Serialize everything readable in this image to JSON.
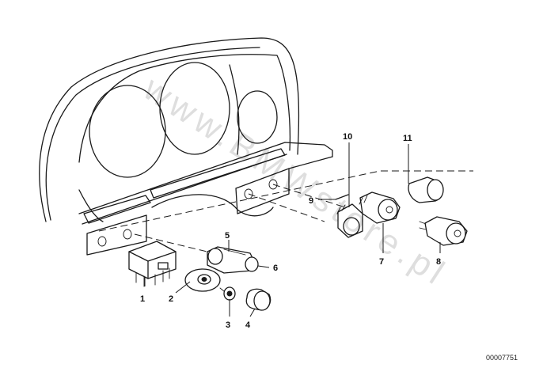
{
  "diagram": {
    "callouts": [
      {
        "id": "1",
        "label": "1"
      },
      {
        "id": "2",
        "label": "2"
      },
      {
        "id": "3",
        "label": "3"
      },
      {
        "id": "4",
        "label": "4"
      },
      {
        "id": "5",
        "label": "5"
      },
      {
        "id": "6",
        "label": "6"
      },
      {
        "id": "7",
        "label": "7"
      },
      {
        "id": "8",
        "label": "8"
      },
      {
        "id": "9",
        "label": "9"
      },
      {
        "id": "10",
        "label": "10"
      },
      {
        "id": "11",
        "label": "11"
      }
    ],
    "watermark": "www.BMWstore.pl",
    "catalog_number": "00007751"
  }
}
